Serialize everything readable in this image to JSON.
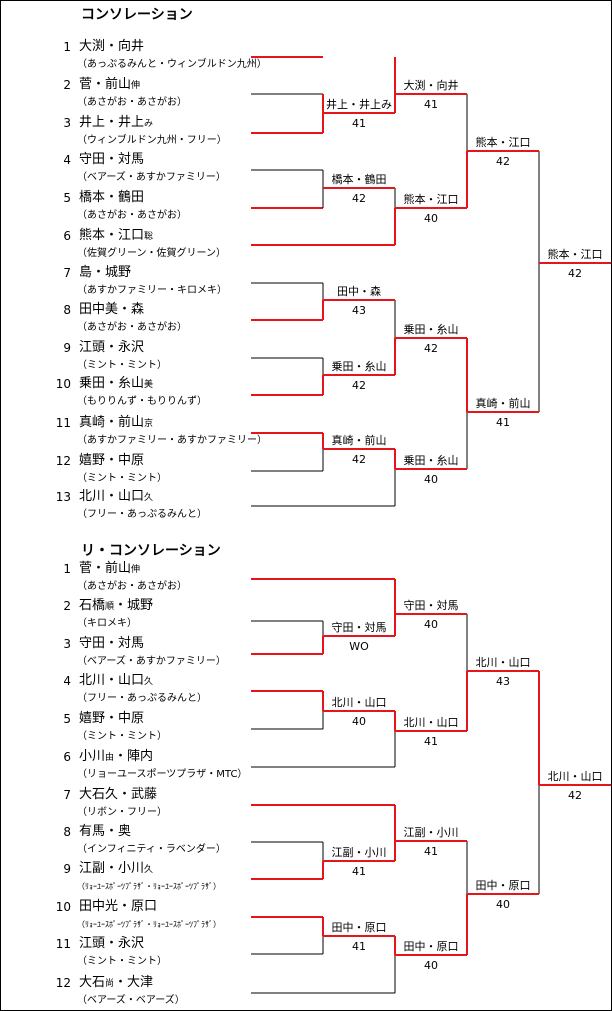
{
  "colors": {
    "win_line": "#e8141c",
    "line": "#000000"
  },
  "consolation": {
    "title": "コンソレーション",
    "players": [
      {
        "num": "1",
        "name": "大渕・向井",
        "suffix": "",
        "club": "（あっぷるみんと・ウィンブルドン九州）"
      },
      {
        "num": "2",
        "name": "菅・前山",
        "suffix": "伸",
        "club": "（あさがお・あさがお）"
      },
      {
        "num": "3",
        "name": "井上・井上",
        "suffix": "み",
        "club": "（ウィンブルドン九州・フリー）"
      },
      {
        "num": "4",
        "name": "守田・対馬",
        "suffix": "",
        "club": "（ベアーズ・あすかファミリー）"
      },
      {
        "num": "5",
        "name": "橋本・鶴田",
        "suffix": "",
        "club": "（あさがお・あさがお）"
      },
      {
        "num": "6",
        "name": "熊本・江口",
        "suffix": "聡",
        "club": "（佐賀グリーン・佐賀グリーン）"
      },
      {
        "num": "7",
        "name": "島・城野",
        "suffix": "",
        "club": "（あすかファミリー・キロメキ）"
      },
      {
        "num": "8",
        "name": "田中美・森",
        "suffix": "",
        "club": "（あさがお・あさがお）"
      },
      {
        "num": "9",
        "name": "江頭・永沢",
        "suffix": "",
        "club": "（ミント・ミント）"
      },
      {
        "num": "10",
        "name": "乗田・糸山",
        "suffix": "美",
        "club": "（もりりんず・もりりんず）"
      },
      {
        "num": "11",
        "name": "真崎・前山",
        "suffix": "京",
        "club": "（あすかファミリー・あすかファミリー）"
      },
      {
        "num": "12",
        "name": "嬉野・中原",
        "suffix": "",
        "club": "（ミント・ミント）"
      },
      {
        "num": "13",
        "name": "北川・山口",
        "suffix": "久",
        "club": "（フリー・あっぷるみんと）"
      }
    ],
    "results": [
      {
        "winner": "井上・井上み",
        "score": "41"
      },
      {
        "winner": "大渕・向井",
        "score": "41"
      },
      {
        "winner": "橋本・鶴田",
        "score": "42"
      },
      {
        "winner": "熊本・江口",
        "score": "40"
      },
      {
        "winner": "熊本・江口",
        "score": "42"
      },
      {
        "winner": "田中・森",
        "score": "43"
      },
      {
        "winner": "乗田・糸山",
        "score": "42"
      },
      {
        "winner": "乗田・糸山",
        "score": "42"
      },
      {
        "winner": "真崎・前山",
        "score": "41"
      },
      {
        "winner": "真崎・前山",
        "score": "42"
      },
      {
        "winner": "乗田・糸山",
        "score": "40"
      },
      {
        "winner": "熊本・江口",
        "score": "42"
      }
    ]
  },
  "re_consolation": {
    "title": "リ・コンソレーション",
    "players": [
      {
        "num": "1",
        "name": "菅・前山",
        "suffix": "伸",
        "club": "（あさがお・あさがお）"
      },
      {
        "num": "2",
        "name": "石橋",
        "suffix": "順",
        "name2": "・城野",
        "club": "（キロメキ）"
      },
      {
        "num": "3",
        "name": "守田・対馬",
        "suffix": "",
        "club": "（ベアーズ・あすかファミリー）"
      },
      {
        "num": "4",
        "name": "北川・山口",
        "suffix": "久",
        "club": "（フリー・あっぷるみんと）"
      },
      {
        "num": "5",
        "name": "嬉野・中原",
        "suffix": "",
        "club": "（ミント・ミント）"
      },
      {
        "num": "6",
        "name": "小川",
        "suffix": "由",
        "name2": "・陣内",
        "club": "（リョーユースポーツプラザ・MTC）"
      },
      {
        "num": "7",
        "name": "大石久・武藤",
        "suffix": "",
        "club": "（リボン・フリー）"
      },
      {
        "num": "8",
        "name": "有馬・奥",
        "suffix": "",
        "club": "（インフィニティ・ラベンダー）"
      },
      {
        "num": "9",
        "name": "江副・小川",
        "suffix": "久",
        "club": "（ﾘｮｰﾕｰｽﾎﾟｰﾂﾌﾟﾗｻﾞ・ﾘｮｰﾕｰｽﾎﾟｰﾂﾌﾟﾗｻﾞ）"
      },
      {
        "num": "10",
        "name": "田中光・原口",
        "suffix": "",
        "club": "（ﾘｮｰﾕｰｽﾎﾟｰﾂﾌﾟﾗｻﾞ・ﾘｮｰﾕｰｽﾎﾟｰﾂﾌﾟﾗｻﾞ）"
      },
      {
        "num": "11",
        "name": "江頭・永沢",
        "suffix": "",
        "club": "（ミント・ミント）"
      },
      {
        "num": "12",
        "name": "大石",
        "suffix": "尚",
        "name2": "・大津",
        "club": "（ベアーズ・ベアーズ）"
      }
    ],
    "results": [
      {
        "winner": "守田・対馬",
        "score": "WO"
      },
      {
        "winner": "守田・対馬",
        "score": "40"
      },
      {
        "winner": "北川・山口",
        "score": "41"
      },
      {
        "winner": "北川・山口",
        "score": "40"
      },
      {
        "winner": "北川・山口",
        "score": "43"
      },
      {
        "winner": "江副・小川",
        "score": "41"
      },
      {
        "winner": "江副・小川",
        "score": "41"
      },
      {
        "winner": "田中・原口",
        "score": "41"
      },
      {
        "winner": "田中・原口",
        "score": "40"
      },
      {
        "winner": "田中・原口",
        "score": "40"
      },
      {
        "winner": "北川・山口",
        "score": "42"
      }
    ]
  }
}
